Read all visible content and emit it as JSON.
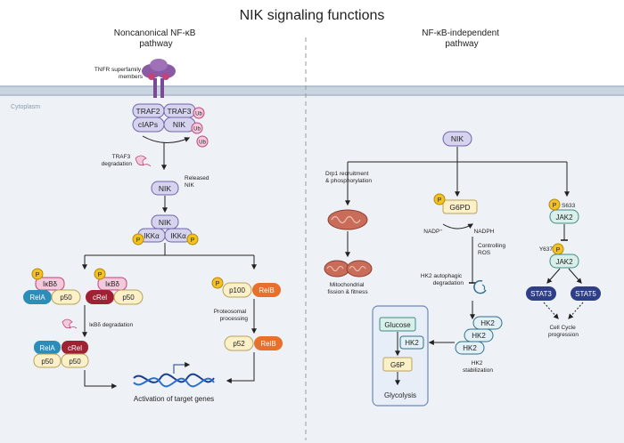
{
  "title": "NIK signaling functions",
  "left_panel": {
    "heading_line1": "Noncanonical NF-κB",
    "heading_line2": "pathway",
    "receptor_label_line1": "TNFR superfamily",
    "receptor_label_line2": "members",
    "cytoplasm_label": "Cytoplasm",
    "complex": {
      "traf2": "TRAF2",
      "traf3": "TRAF3",
      "ciaps": "cIAPs",
      "nik": "NIK",
      "ub": "Ub"
    },
    "traf3_degradation_line1": "TRAF3",
    "traf3_degradation_line2": "degradation",
    "released_nik": {
      "node": "NIK",
      "label_line1": "Released",
      "label_line2": "NIK"
    },
    "ikk_complex": {
      "nik": "NIK",
      "ikka": "IKKα",
      "p": "P"
    },
    "branch_a": {
      "ikbd": "IκBδ",
      "rela": "RelA",
      "p50": "p50",
      "p": "P"
    },
    "branch_b": {
      "ikbd": "IκBδ",
      "crel": "cRel",
      "p50": "p50",
      "p": "P"
    },
    "ikbd_degradation": "IκBδ degradation",
    "dimers": {
      "rela": "RelA",
      "crel": "cRel",
      "p50": "p50"
    },
    "branch_c": {
      "p": "P",
      "p100": "p100",
      "relb": "RelB",
      "proteosomal_line1": "Proteosomal",
      "proteosomal_line2": "processing",
      "p52": "p52"
    },
    "activation_label": "Activation of target genes"
  },
  "right_panel": {
    "heading_line1": "NF-κB-independent",
    "heading_line2": "pathway",
    "nik": "NIK",
    "drp1_line1": "Drp1 recruitment",
    "drp1_line2": "& phosphorylation",
    "mito_line1": "Mitochondrial",
    "mito_line2": "fission & fitness",
    "g6pd": "G6PD",
    "p": "P",
    "nadp": "NADP⁺",
    "nadph": "NADPH",
    "controlling_line1": "Controlling",
    "controlling_line2": "ROS",
    "hk2_autophagic_line1": "HK2 autophagic",
    "hk2_autophagic_line2": "degradation",
    "hk2": "HK2",
    "hk2_stab_line1": "HK2",
    "hk2_stab_line2": "stabilization",
    "glucose": "Glucose",
    "g6p": "G6P",
    "glycolysis": "Glycolysis",
    "s633": "S633",
    "jak2": "JAK2",
    "y637": "Y637",
    "stat3": "STAT3",
    "stat5": "STAT5",
    "cellcycle_line1": "Cell Cycle",
    "cellcycle_line2": "progression"
  },
  "colors": {
    "cytoplasm_bg": "#eef2f7",
    "membrane": "#a7b6c8",
    "lavender": "#d6d3ef",
    "lavender_stroke": "#6e66a8",
    "pink": "#f3c9dc",
    "pink_stroke": "#c2437a",
    "teal": "#2b8db8",
    "darkred": "#9e2233",
    "p50": "#fbf0c8",
    "orange": "#e8702a",
    "p_yellow": "#f3c21f",
    "mint": "#d9f0ea",
    "mint_stroke": "#3f8c84",
    "hk2_fill": "#e3f1f6",
    "hk2_stroke": "#2f6f8a",
    "navy": "#2e3f86",
    "glyco_box": "#e8eef8"
  }
}
